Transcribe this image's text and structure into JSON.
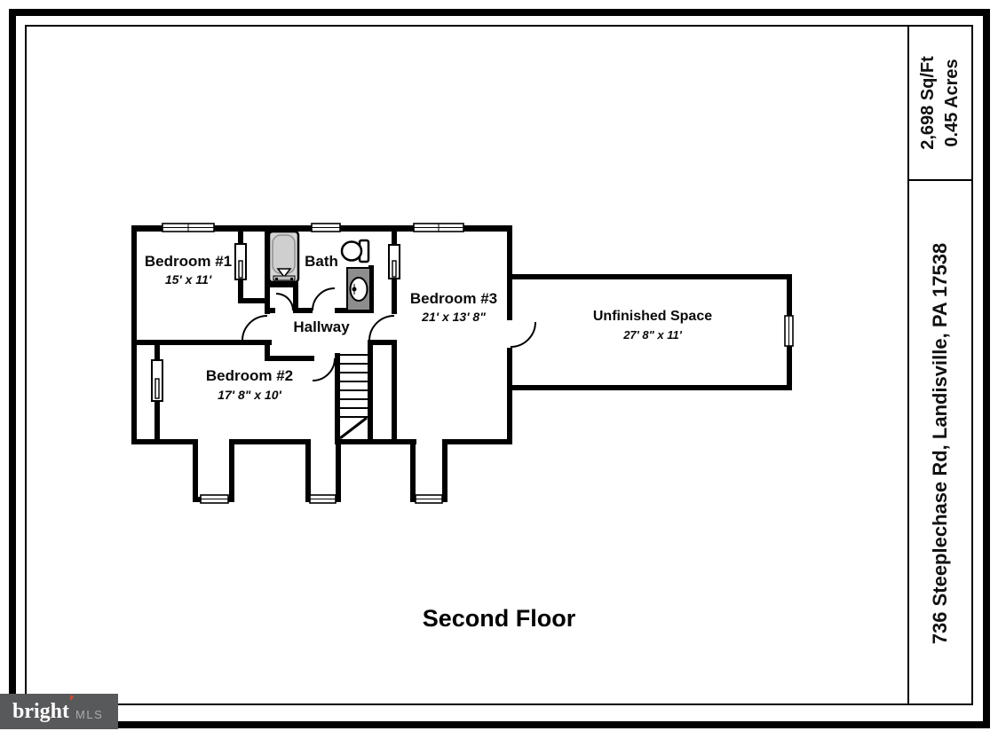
{
  "floor_title": "Second Floor",
  "rooms": {
    "bedroom1": {
      "name": "Bedroom #1",
      "dims": "15' x 11'"
    },
    "bath": {
      "name": "Bath"
    },
    "bedroom3": {
      "name": "Bedroom #3",
      "dims": "21' x 13' 8\""
    },
    "hallway": {
      "name": "Hallway"
    },
    "bedroom2": {
      "name": "Bedroom #2",
      "dims": "17' 8\" x 10'"
    },
    "unfinished": {
      "name": "Unfinished Space",
      "dims": "27' 8\" x 11'"
    }
  },
  "sidebar": {
    "area": "2,698 Sq/Ft",
    "lot": "0.45 Acres",
    "address": "736 Steeplechase Rd, Landisville, PA 17538"
  },
  "logo": {
    "brand": "bright",
    "suffix": "MLS",
    "accent_mark": "❜"
  },
  "colors": {
    "wall": "#000000",
    "tub_fill": "#d6d6d6",
    "vanity_fill": "#8d8d8d",
    "logo_bg": "#58595b",
    "logo_text": "#ffffff",
    "logo_mls": "#aaabad",
    "logo_accent": "#cf4b32"
  }
}
